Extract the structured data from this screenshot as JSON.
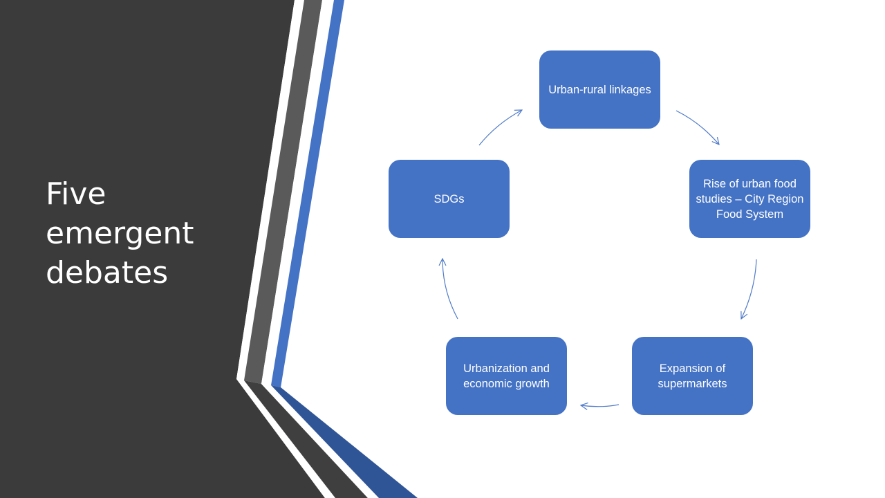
{
  "slide": {
    "title_lines": [
      "Five",
      "emergent",
      "debates"
    ]
  },
  "diagram": {
    "type": "cycle",
    "nodes": [
      {
        "label": "Urban-rural linkages"
      },
      {
        "label": "Rise of urban food studies – City Region Food System"
      },
      {
        "label": "Expansion of supermarkets"
      },
      {
        "label": "Urbanization and economic growth"
      },
      {
        "label": "SDGs"
      }
    ]
  },
  "colors": {
    "background": "#ffffff",
    "dark_panel": "#3b3b3b",
    "grey_stripe": "#5a5a5a",
    "blue_stripe": "#4472c4",
    "lower_blue": "#2f5597",
    "node_fill": "#4472c4",
    "node_text": "#ffffff",
    "arrow": "#4f7ac8",
    "title_text": "#ffffff"
  }
}
